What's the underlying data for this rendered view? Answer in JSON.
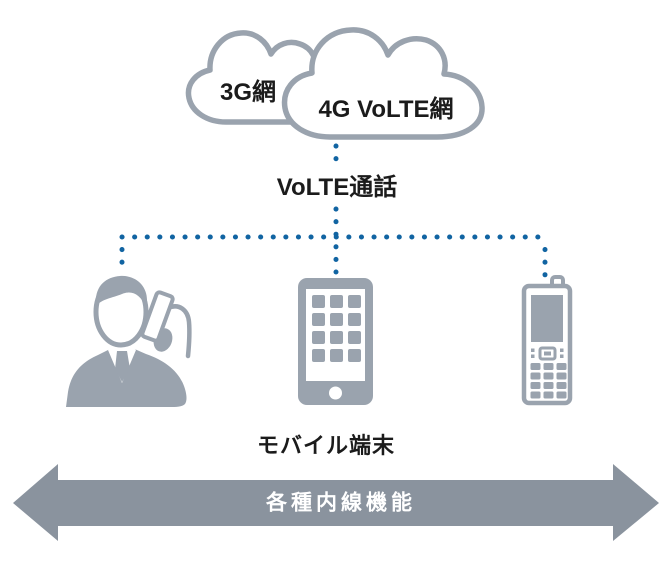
{
  "colors": {
    "background": "#ffffff",
    "shape_gray": "#9aa3ae",
    "arrow_gray": "#8a939e",
    "dot_blue": "#1164a2",
    "text_dark": "#1b1b1b",
    "arrow_text": "#ffffff"
  },
  "network": {
    "cloud_3g_label": "3G網",
    "cloud_4g_label": "4G VoLTE網",
    "connection_label": "VoLTE通話"
  },
  "devices": {
    "caption": "モバイル端末",
    "icon_names": [
      "businessman-on-phone-icon",
      "smartphone-icon",
      "feature-phone-icon"
    ]
  },
  "footer": {
    "arrow_label": "各種内線機能"
  }
}
